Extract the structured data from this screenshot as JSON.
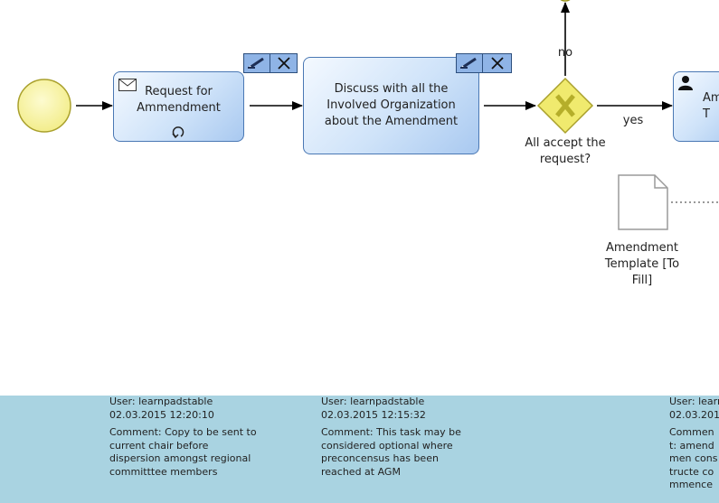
{
  "tasks": {
    "request": "Request for Ammendment",
    "discuss": "Discuss with all the Involved Organization about the Amendment",
    "third_partial": "Am T"
  },
  "gateway": {
    "label": "All accept the request?",
    "flow_no": "no",
    "flow_yes": "yes"
  },
  "document": {
    "label": "Amendment Template [To Fill]"
  },
  "comments": [
    {
      "user": "User: learnpadstable",
      "date": "02.03.2015 12:20:10",
      "text": "Comment: Copy to be sent to current chair before dispersion amongst regional committtee members"
    },
    {
      "user": "User: learnpadstable",
      "date": "02.03.2015 12:15:32",
      "text": "Comment: This task may be considered optional where preconcensus has been reached at AGM"
    },
    {
      "user": "User: learnpadstable",
      "date": "02.03.201",
      "text": "Comment: amendmen constructe commence"
    }
  ],
  "colors": {
    "start_event": "#f6f19a",
    "gateway": "#f0ea6e",
    "task_border": "#4a78b4",
    "comment_band": "#a9d3e1"
  }
}
